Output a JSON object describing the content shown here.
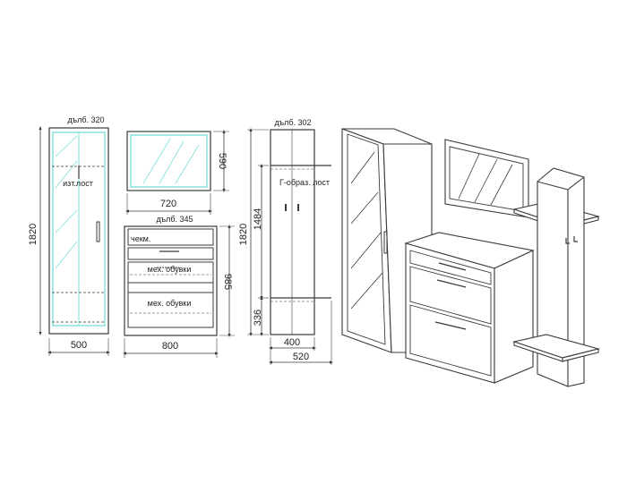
{
  "colors": {
    "line": "#3a3a3a",
    "mirror": "#7fdede",
    "background": "#ffffff"
  },
  "wardrobe": {
    "depth_label": "дълб. 320",
    "inner_label": "изт.лост",
    "height_dim": "1820",
    "width_dim": "500"
  },
  "mirror_panel": {
    "height_dim": "590",
    "width_dim": "720"
  },
  "shoe_cabinet": {
    "depth_label": "дълб. 345",
    "drawer_label": "чекм.",
    "shoe_label_1": "мех. обувки",
    "shoe_label_2": "мех. обувки",
    "height_dim": "985",
    "width_dim": "800"
  },
  "hanger": {
    "depth_label": "дълб. 302",
    "hook_label": "Г-образ. лост",
    "total_height_dim": "1820",
    "upper_height_dim": "1484",
    "lower_height_dim": "336",
    "inner_width_dim": "400",
    "outer_width_dim": "520"
  }
}
